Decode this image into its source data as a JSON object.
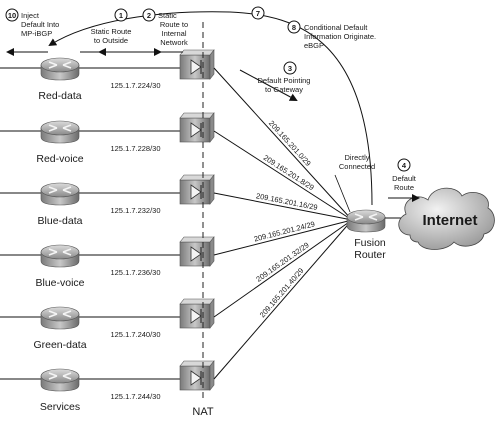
{
  "diagram": {
    "segment_routers": [
      {
        "name": "Red-data",
        "subnet": "125.1.7.224/30",
        "link": "209.165.201.0/29"
      },
      {
        "name": "Red-voice",
        "subnet": "125.1.7.228/30",
        "link": "209.165.201.8/29"
      },
      {
        "name": "Blue-data",
        "subnet": "125.1.7.232/30",
        "link": "209.165.201.16/29"
      },
      {
        "name": "Blue-voice",
        "subnet": "125.1.7.236/30",
        "link": "209.165.201.24/29"
      },
      {
        "name": "Green-data",
        "subnet": "125.1.7.240/30",
        "link": "209.165.201.32/29"
      },
      {
        "name": "Services",
        "subnet": "125.1.7.244/30",
        "link": "209.165.201.40/29"
      }
    ],
    "nat_label": "NAT",
    "fusion_router": {
      "line1": "Fusion",
      "line2": "Router"
    },
    "internet_label": "Internet",
    "steps": [
      {
        "num": "10",
        "line1": "Inject",
        "line2": "Default Into",
        "line3": "MP-iBGP"
      },
      {
        "num": "1",
        "line1": "Static Route",
        "line2": "to Outside"
      },
      {
        "num": "2",
        "line1": "Static",
        "line2": "Route to",
        "line3": "Internal",
        "line4": "Network"
      },
      {
        "num": "7",
        "line1": ""
      },
      {
        "num": "8",
        "line1": "Conditional Default",
        "line2": "Information Originate.",
        "line3": "eBGP"
      },
      {
        "num": "3",
        "line1": "Default Pointing",
        "line2": "to Gateway"
      },
      {
        "num": "4",
        "line1": "Default",
        "line2": "Route"
      }
    ],
    "directly_connected": {
      "line1": "Directly",
      "line2": "Connected"
    }
  }
}
